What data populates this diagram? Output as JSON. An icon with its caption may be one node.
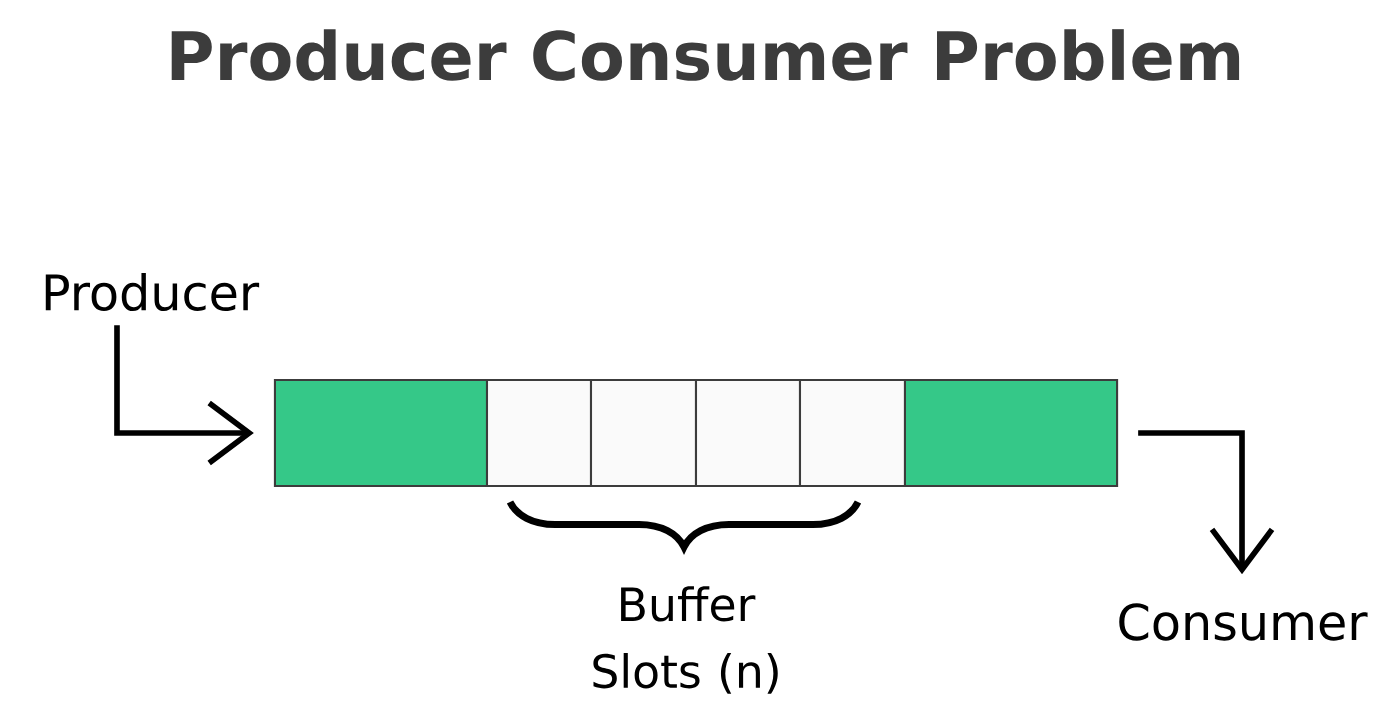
{
  "diagram": {
    "title": "Producer Consumer Problem",
    "nodes": [
      {
        "text": [
          "Producer"
        ]
      },
      {
        "text": [],
        "shape": "box"
      },
      {
        "text": [],
        "shape": "box"
      },
      {
        "text": [],
        "shape": "box"
      },
      {
        "text": [],
        "shape": "box"
      },
      {
        "text": [],
        "shape": "box"
      },
      {
        "text": [],
        "shape": "box"
      },
      {
        "text": [
          "Consumer"
        ]
      }
    ],
    "edges": [
      {
        "from": 0,
        "to": 1,
        "arrow": "to"
      },
      {
        "from": 6,
        "to": 7,
        "arrow": "to"
      }
    ],
    "labels": [
      "Buffer Slots (n)"
    ]
  }
}
